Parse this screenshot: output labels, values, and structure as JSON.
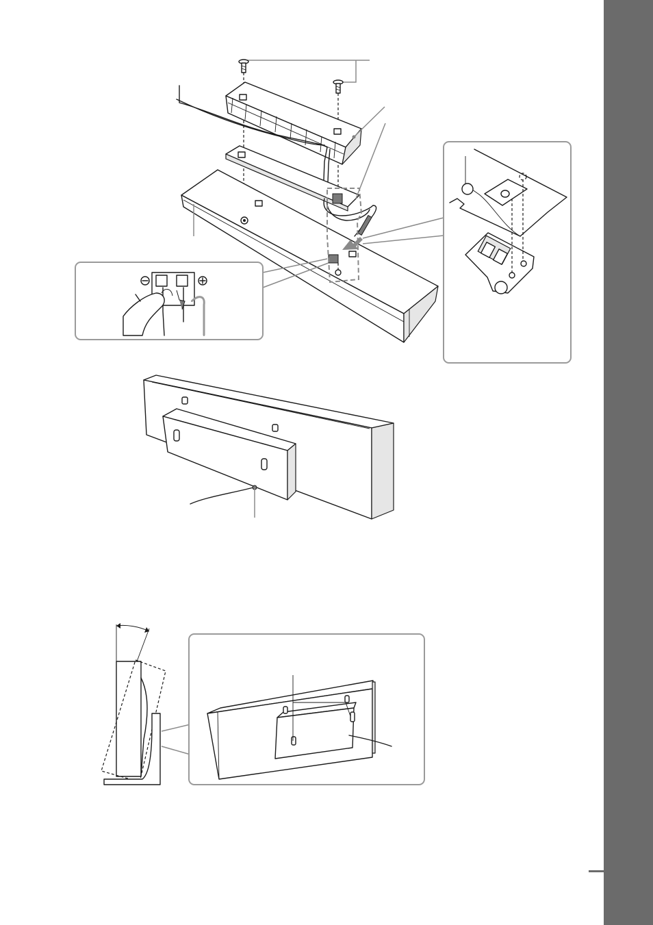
{
  "page": {
    "side_tab_label": ""
  },
  "colors": {
    "side_tab": "#6b6b6b",
    "callout_border": "#9a9a9a",
    "ink": "#1a1a1a",
    "grey_leader": "#8a8a8a"
  },
  "figures": [
    {
      "id": "exploded-assembly",
      "caption": ""
    },
    {
      "id": "assembled-rear-view",
      "caption": ""
    },
    {
      "id": "tilt-angle-view",
      "caption": ""
    }
  ]
}
